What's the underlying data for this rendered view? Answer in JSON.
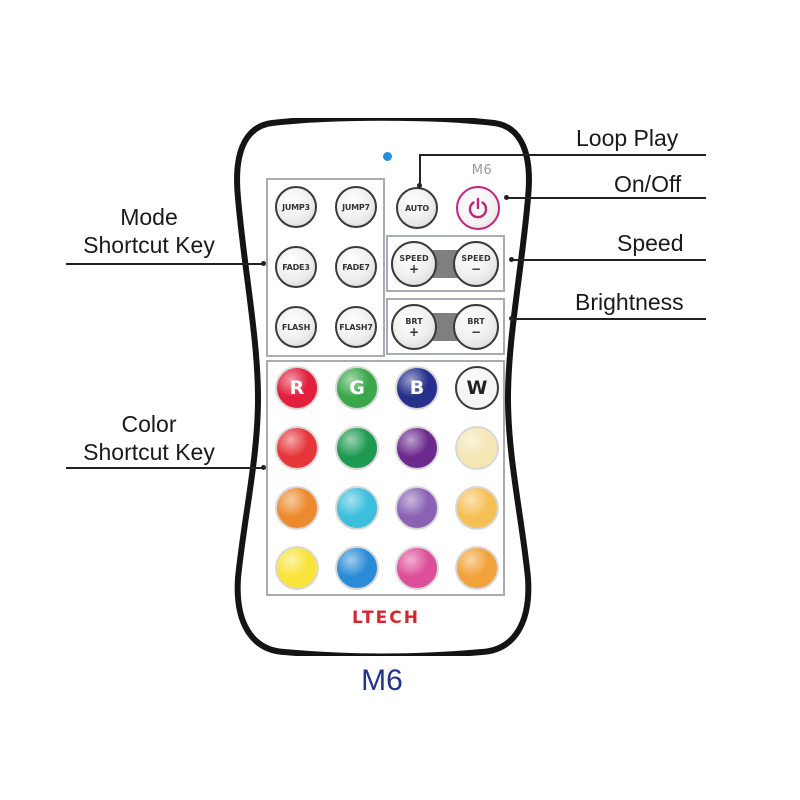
{
  "annotations": {
    "loop_play": "Loop Play",
    "on_off": "On/Off",
    "speed": "Speed",
    "brightness": "Brightness",
    "mode_line1": "Mode",
    "mode_line2": "Shortcut Key",
    "color_line1": "Color",
    "color_line2": "Shortcut Key"
  },
  "remote": {
    "model_mark": "M6",
    "brand": "LTECH",
    "caption": "M6",
    "led_color": "#1f8fe0"
  },
  "mode_buttons": [
    {
      "label": "JUMP3"
    },
    {
      "label": "JUMP7"
    },
    {
      "label": "FADE3"
    },
    {
      "label": "FADE7"
    },
    {
      "label": "FLASH"
    },
    {
      "label": "FLASH7"
    }
  ],
  "auto_button": {
    "label": "AUTO"
  },
  "power_button": {
    "icon": "power-icon",
    "color": "#c2247c"
  },
  "speed_buttons": {
    "plus_label": "SPEED",
    "plus_sign": "+",
    "minus_label": "SPEED",
    "minus_sign": "−"
  },
  "brightness_buttons": {
    "plus_label": "BRT",
    "plus_sign": "+",
    "minus_label": "BRT",
    "minus_sign": "−"
  },
  "color_buttons": [
    {
      "label": "R",
      "color": "#e0203c"
    },
    {
      "label": "G",
      "color": "#3aa84a"
    },
    {
      "label": "B",
      "color": "#262f8c"
    },
    {
      "label": "W",
      "color": "#f4f4f4"
    },
    {
      "label": "",
      "color": "#e6363a"
    },
    {
      "label": "",
      "color": "#1f9a52"
    },
    {
      "label": "",
      "color": "#6c2a8e"
    },
    {
      "label": "",
      "color": "#f4e7b4"
    },
    {
      "label": "",
      "color": "#ee8a2e"
    },
    {
      "label": "",
      "color": "#3cbfdd"
    },
    {
      "label": "",
      "color": "#8a62b4"
    },
    {
      "label": "",
      "color": "#f6c056"
    },
    {
      "label": "",
      "color": "#f8e43a"
    },
    {
      "label": "",
      "color": "#2a8cd6"
    },
    {
      "label": "",
      "color": "#de4f9a"
    },
    {
      "label": "",
      "color": "#f2a23a"
    }
  ]
}
